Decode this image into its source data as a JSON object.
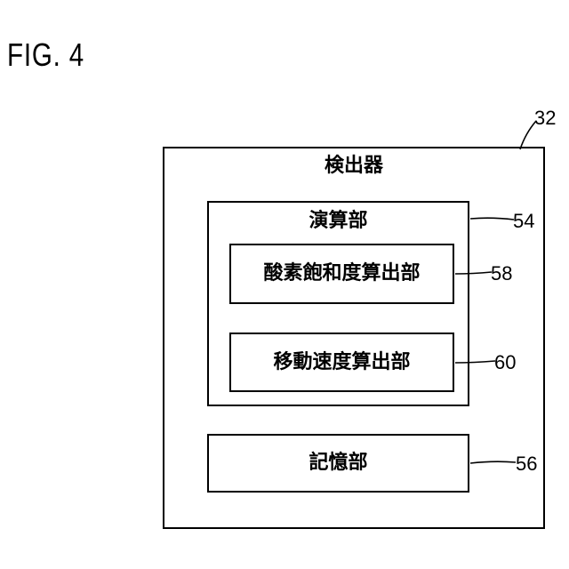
{
  "figure": {
    "label": "FIG. 4"
  },
  "detector": {
    "title": "検出器",
    "ref": "32"
  },
  "computation_unit": {
    "title": "演算部",
    "ref": "54",
    "oxygen_saturation_calculator": {
      "title": "酸素飽和度算出部",
      "ref": "58"
    },
    "movement_speed_calculator": {
      "title": "移動速度算出部",
      "ref": "60"
    }
  },
  "storage_unit": {
    "title": "記憶部",
    "ref": "56"
  }
}
